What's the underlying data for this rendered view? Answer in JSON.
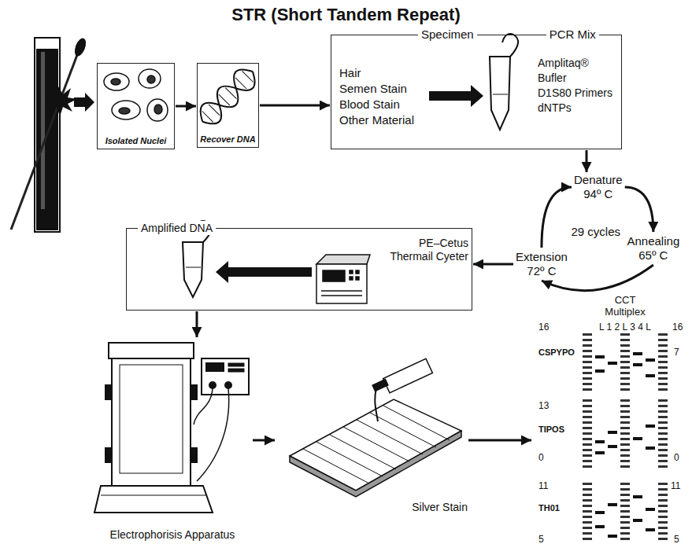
{
  "diagram": {
    "title": "STR (Short Tandem Repeat)",
    "nodes": [
      {
        "text": [
          "Isolated Nuclei"
        ]
      },
      {
        "text": [
          "Recover DNA"
        ]
      },
      {
        "text": [
          "Specimen",
          "PCR Mix"
        ]
      },
      {
        "text": [
          "Hair",
          "Semen Stain",
          "Blood Stain",
          "Other Material"
        ],
        "in": 2
      },
      {
        "text": [
          "Amplitaq®",
          "Bufler",
          "D1S80 Primers",
          "dNTPs"
        ],
        "in": 2
      },
      {
        "text": [
          "Denature",
          "94º C"
        ]
      },
      {
        "text": [
          "Annealing",
          "65º C"
        ]
      },
      {
        "text": [
          "Extension",
          "72º C"
        ]
      },
      {
        "text": [
          "Amplified DNA"
        ]
      },
      {
        "text": [
          "PE–Cetus Thermail Cyeter"
        ],
        "in": 8
      },
      {
        "text": [
          "Electrophorisis Apparatus"
        ]
      },
      {
        "text": [
          "Silver Stain"
        ]
      },
      {
        "text": [
          "CCT Multiplex"
        ]
      }
    ],
    "edges": [
      {
        "from": 0,
        "to": 1,
        "arrow": "to"
      },
      {
        "from": 1,
        "to": 2,
        "arrow": "to"
      },
      {
        "from": 2,
        "to": 5,
        "arrow": "to"
      },
      {
        "from": 5,
        "to": 6,
        "arrow": "to"
      },
      {
        "from": 6,
        "to": 7,
        "arrow": "to"
      },
      {
        "from": 7,
        "to": 5,
        "arrow": "to"
      },
      {
        "from": 7,
        "to": 8,
        "arrow": "to"
      },
      {
        "from": 8,
        "to": 10,
        "arrow": "to"
      },
      {
        "from": 10,
        "to": 11,
        "arrow": "to"
      },
      {
        "from": 11,
        "to": 12,
        "arrow": "to"
      }
    ],
    "labels": [
      "29 cycles",
      "16",
      "L 1 2 L 3 4 L",
      "16",
      "CSPYPO",
      "7",
      "13",
      "TIPOS",
      "0",
      "0",
      "11",
      "11",
      "TH01",
      "5",
      "5"
    ]
  }
}
